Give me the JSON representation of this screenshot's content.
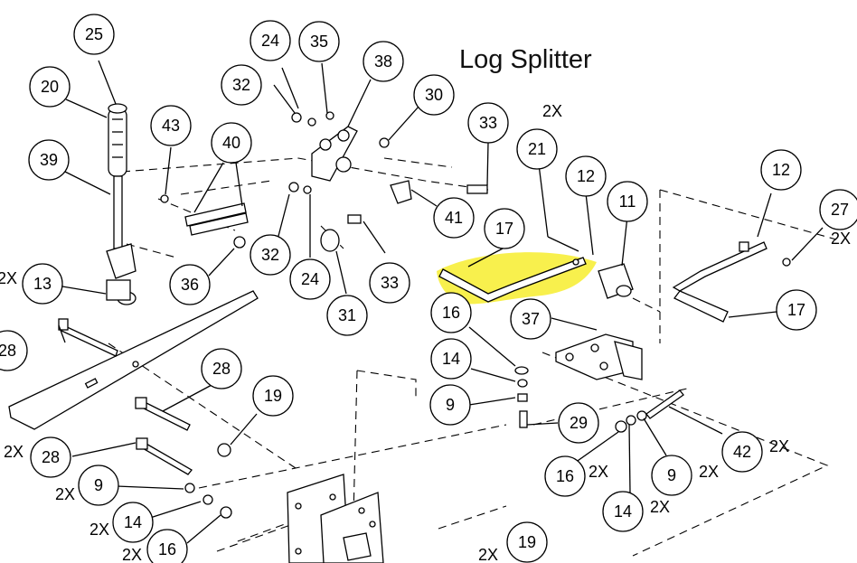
{
  "title": "Log Splitter",
  "highlight_color": "#f7ee3a",
  "callouts": [
    {
      "label": "25"
    },
    {
      "label": "20"
    },
    {
      "label": "39"
    },
    {
      "label": "43"
    },
    {
      "label": "40"
    },
    {
      "label": "13"
    },
    {
      "label": "36"
    },
    {
      "label": "24"
    },
    {
      "label": "35"
    },
    {
      "label": "38"
    },
    {
      "label": "32"
    },
    {
      "label": "30"
    },
    {
      "label": "32"
    },
    {
      "label": "24"
    },
    {
      "label": "31"
    },
    {
      "label": "33"
    },
    {
      "label": "41"
    },
    {
      "label": "33"
    },
    {
      "label": "17"
    },
    {
      "label": "21"
    },
    {
      "label": "12"
    },
    {
      "label": "11"
    },
    {
      "label": "12"
    },
    {
      "label": "27"
    },
    {
      "label": "17"
    },
    {
      "label": "28"
    },
    {
      "label": "28"
    },
    {
      "label": "19"
    },
    {
      "label": "28"
    },
    {
      "label": "9"
    },
    {
      "label": "14"
    },
    {
      "label": "16"
    },
    {
      "label": "16"
    },
    {
      "label": "14"
    },
    {
      "label": "9"
    },
    {
      "label": "37"
    },
    {
      "label": "29"
    },
    {
      "label": "16"
    },
    {
      "label": "14"
    },
    {
      "label": "9"
    },
    {
      "label": "42"
    },
    {
      "label": "19"
    }
  ],
  "quantities": [
    "2X",
    "2X",
    "2X",
    "2X",
    "2X",
    "2X",
    "2X",
    "2X",
    "2X",
    "2X",
    "2X",
    "2X"
  ]
}
